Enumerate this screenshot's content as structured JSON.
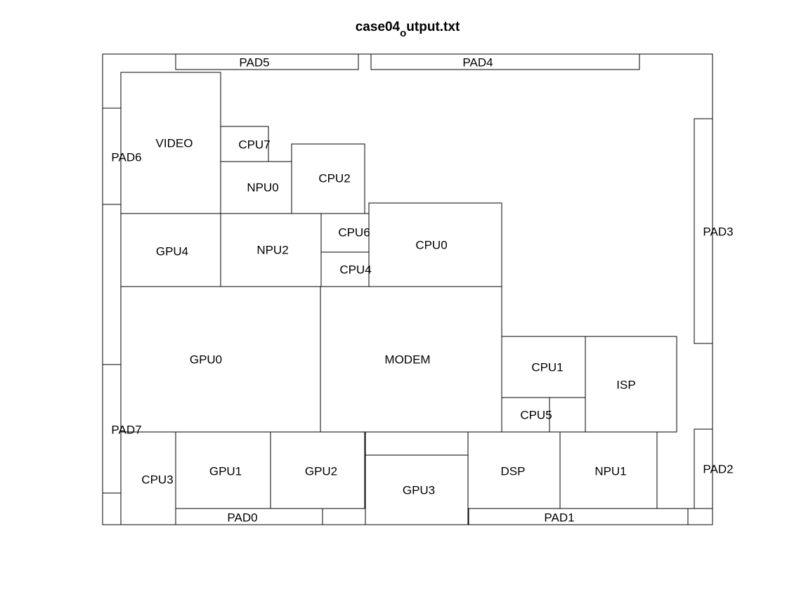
{
  "title": {
    "main": "case04",
    "sub": "o",
    "tail": "utput.txt"
  },
  "blocks": [
    {
      "id": "pad5",
      "label": "PAD5"
    },
    {
      "id": "pad4",
      "label": "PAD4"
    },
    {
      "id": "pad6",
      "label": "PAD6"
    },
    {
      "id": "pad7",
      "label": "PAD7"
    },
    {
      "id": "pad3",
      "label": "PAD3"
    },
    {
      "id": "pad2",
      "label": "PAD2"
    },
    {
      "id": "pad0",
      "label": "PAD0"
    },
    {
      "id": "pad1",
      "label": "PAD1"
    },
    {
      "id": "video",
      "label": "VIDEO"
    },
    {
      "id": "cpu7",
      "label": "CPU7"
    },
    {
      "id": "npu0",
      "label": "NPU0"
    },
    {
      "id": "cpu2",
      "label": "CPU2"
    },
    {
      "id": "gpu4",
      "label": "GPU4"
    },
    {
      "id": "npu2",
      "label": "NPU2"
    },
    {
      "id": "cpu6",
      "label": "CPU6"
    },
    {
      "id": "cpu4",
      "label": "CPU4"
    },
    {
      "id": "cpu0",
      "label": "CPU0"
    },
    {
      "id": "gpu0",
      "label": "GPU0"
    },
    {
      "id": "modem",
      "label": "MODEM"
    },
    {
      "id": "cpu1",
      "label": "CPU1"
    },
    {
      "id": "isp",
      "label": "ISP"
    },
    {
      "id": "cpu5",
      "label": "CPU5"
    },
    {
      "id": "cpu3",
      "label": "CPU3"
    },
    {
      "id": "gpu1",
      "label": "GPU1"
    },
    {
      "id": "gpu2",
      "label": "GPU2"
    },
    {
      "id": "gpu3",
      "label": "GPU3"
    },
    {
      "id": "dsp",
      "label": "DSP"
    },
    {
      "id": "npu1",
      "label": "NPU1"
    }
  ]
}
